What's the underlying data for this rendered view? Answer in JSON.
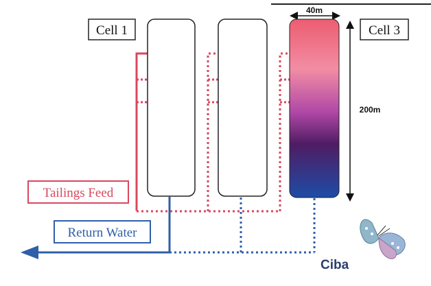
{
  "labels": {
    "cell1": "Cell 1",
    "cell3": "Cell 3",
    "width_dim": "40m",
    "length_dim": "200m",
    "tailings_feed": "Tailings Feed",
    "return_water": "Return Water",
    "brand": "Ciba"
  },
  "colors": {
    "feed_red": "#d9475e",
    "return_blue": "#2f5fa8",
    "cell_outline": "#222222",
    "cell3_top": "#ec5d70",
    "cell3_upper": "#f28da4",
    "cell3_mid": "#b048a6",
    "cell3_dark": "#4f1c63",
    "cell3_bottom": "#1e4ca6"
  },
  "icons": {
    "brand_logo": "butterfly-icon",
    "return_arrow": "arrow-left-icon",
    "dimension_arrow": "double-arrow-icon"
  }
}
